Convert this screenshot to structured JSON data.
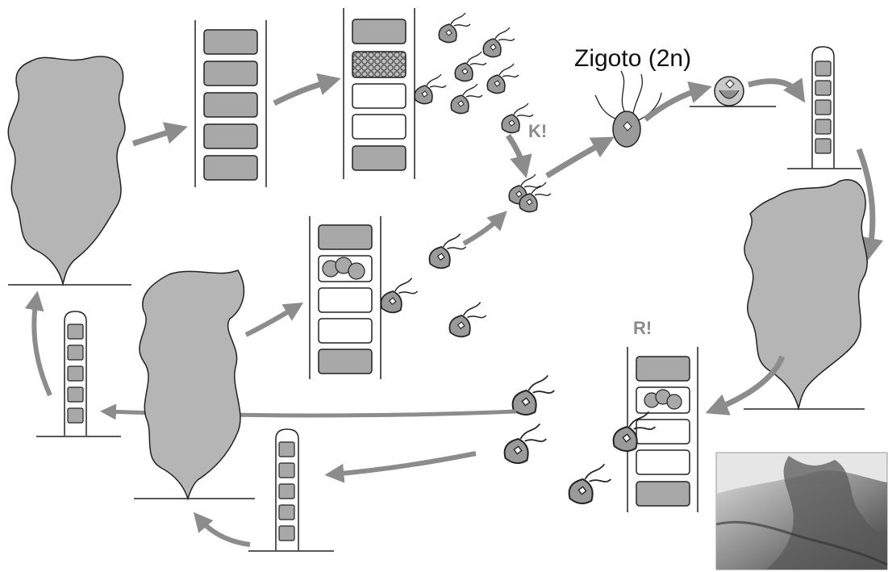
{
  "labels": {
    "zygote": "Zigoto (2n)",
    "k_mark": "K!",
    "r_mark": "R!"
  },
  "colors": {
    "background": "#ffffff",
    "tissue": "#b5b5b5",
    "cell": "#a8a8a8",
    "outline": "#222222",
    "arrow": "#8c8c8c",
    "label_gray": "#8a8a8a"
  },
  "icons": {
    "photo": "seaweed-photo",
    "arrow": "cycle-arrow",
    "zoospore": "flagellated-spore-icon",
    "gamete": "flagellated-gamete-icon"
  }
}
